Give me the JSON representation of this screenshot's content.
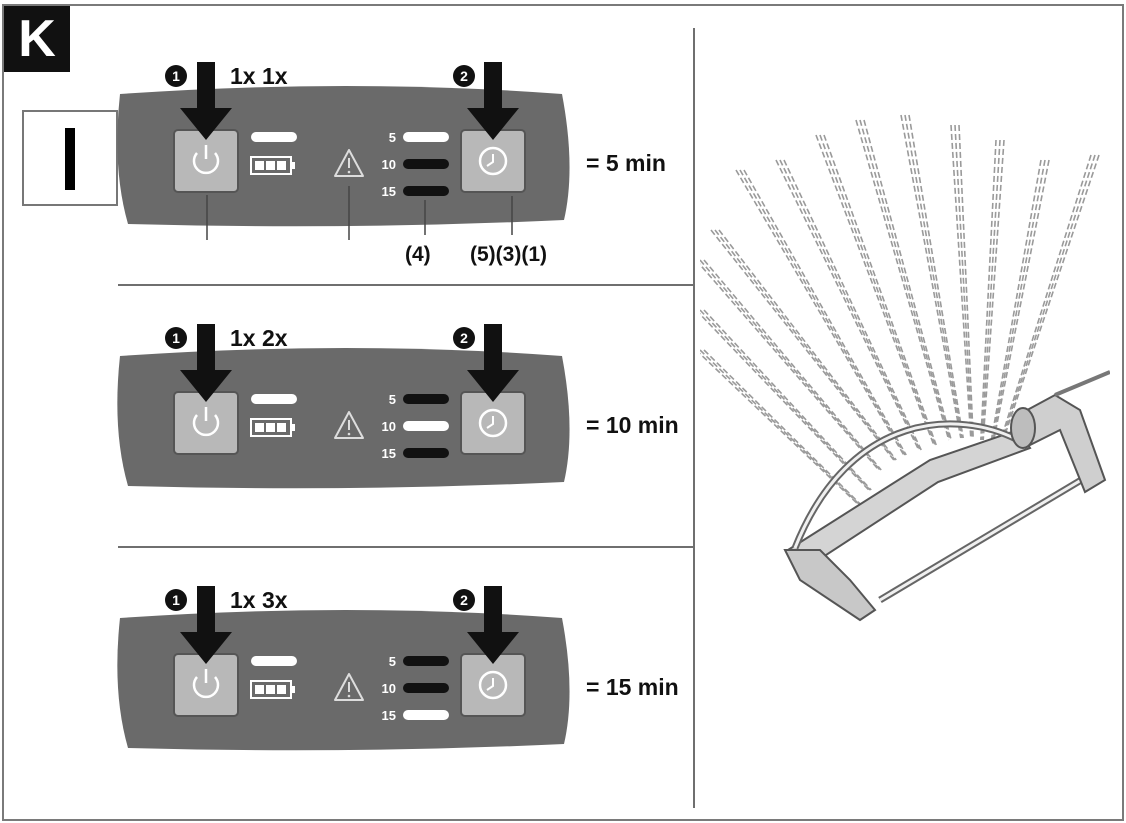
{
  "figure_label": "K",
  "step_label": "I",
  "panels": [
    {
      "press_count": "1x 1x",
      "result": "= 5 min",
      "active_led": 0,
      "timer_labels": [
        "5",
        "10",
        "15"
      ],
      "step_badges": [
        "1",
        "2"
      ]
    },
    {
      "press_count": "1x 2x",
      "result": "= 10 min",
      "active_led": 1,
      "timer_labels": [
        "5",
        "10",
        "15"
      ],
      "step_badges": [
        "1",
        "2"
      ]
    },
    {
      "press_count": "1x 3x",
      "result": "= 15 min",
      "active_led": 2,
      "timer_labels": [
        "5",
        "10",
        "15"
      ],
      "step_badges": [
        "1",
        "2"
      ]
    }
  ],
  "callouts": {
    "timer_leds": "(4)",
    "timer_button": "(5)(3)(1)"
  },
  "colors": {
    "panel": "#6a6a6a",
    "button": "#b8b8b8",
    "led_on": "#ffffff",
    "led_off": "#111111",
    "arrow": "#111111"
  },
  "icons": [
    "power-icon",
    "battery-icon",
    "warning-icon",
    "clock-icon",
    "down-arrow-icon",
    "sprinkler-illustration"
  ]
}
